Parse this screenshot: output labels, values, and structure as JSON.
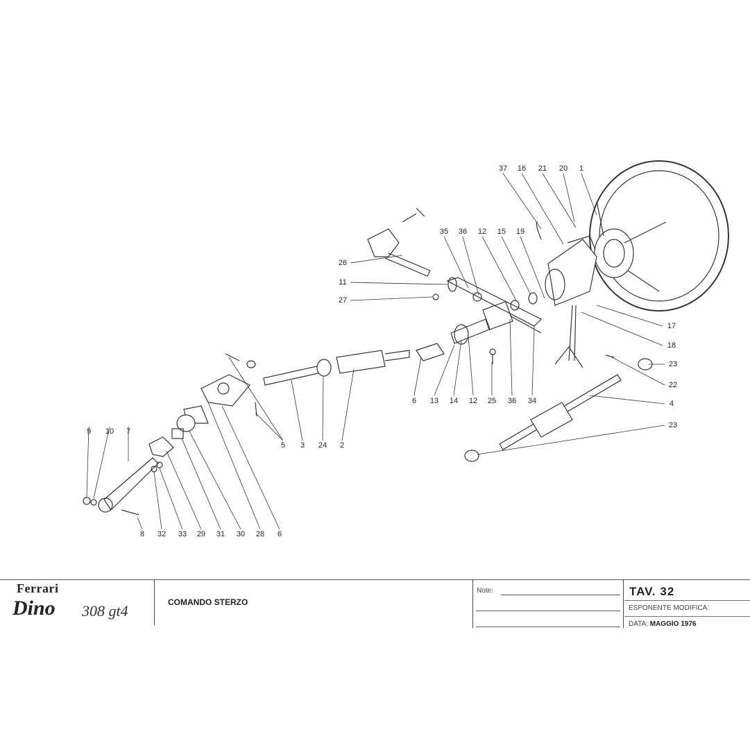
{
  "labels": [
    "37",
    "16",
    "21",
    "20",
    "1",
    "35",
    "36",
    "12",
    "15",
    "19",
    "26",
    "11",
    "27",
    "17",
    "18",
    "23",
    "22",
    "4",
    "23",
    "6",
    "13",
    "14",
    "12",
    "25",
    "36",
    "34",
    "5",
    "3",
    "24",
    "2",
    "9",
    "10",
    "7",
    "8",
    "32",
    "33",
    "29",
    "31",
    "30",
    "28",
    "6"
  ],
  "title_block": {
    "brand": "Ferrari",
    "model_script": "Dino",
    "model_number": "308 gt4",
    "title": "COMANDO STERZO",
    "note_label": "Note:",
    "table": "TAV. 32",
    "esponente_label": "ESPONENTE MODIFICA:",
    "data_label": "DATA:",
    "data_value": "MAGGIO 1976"
  }
}
